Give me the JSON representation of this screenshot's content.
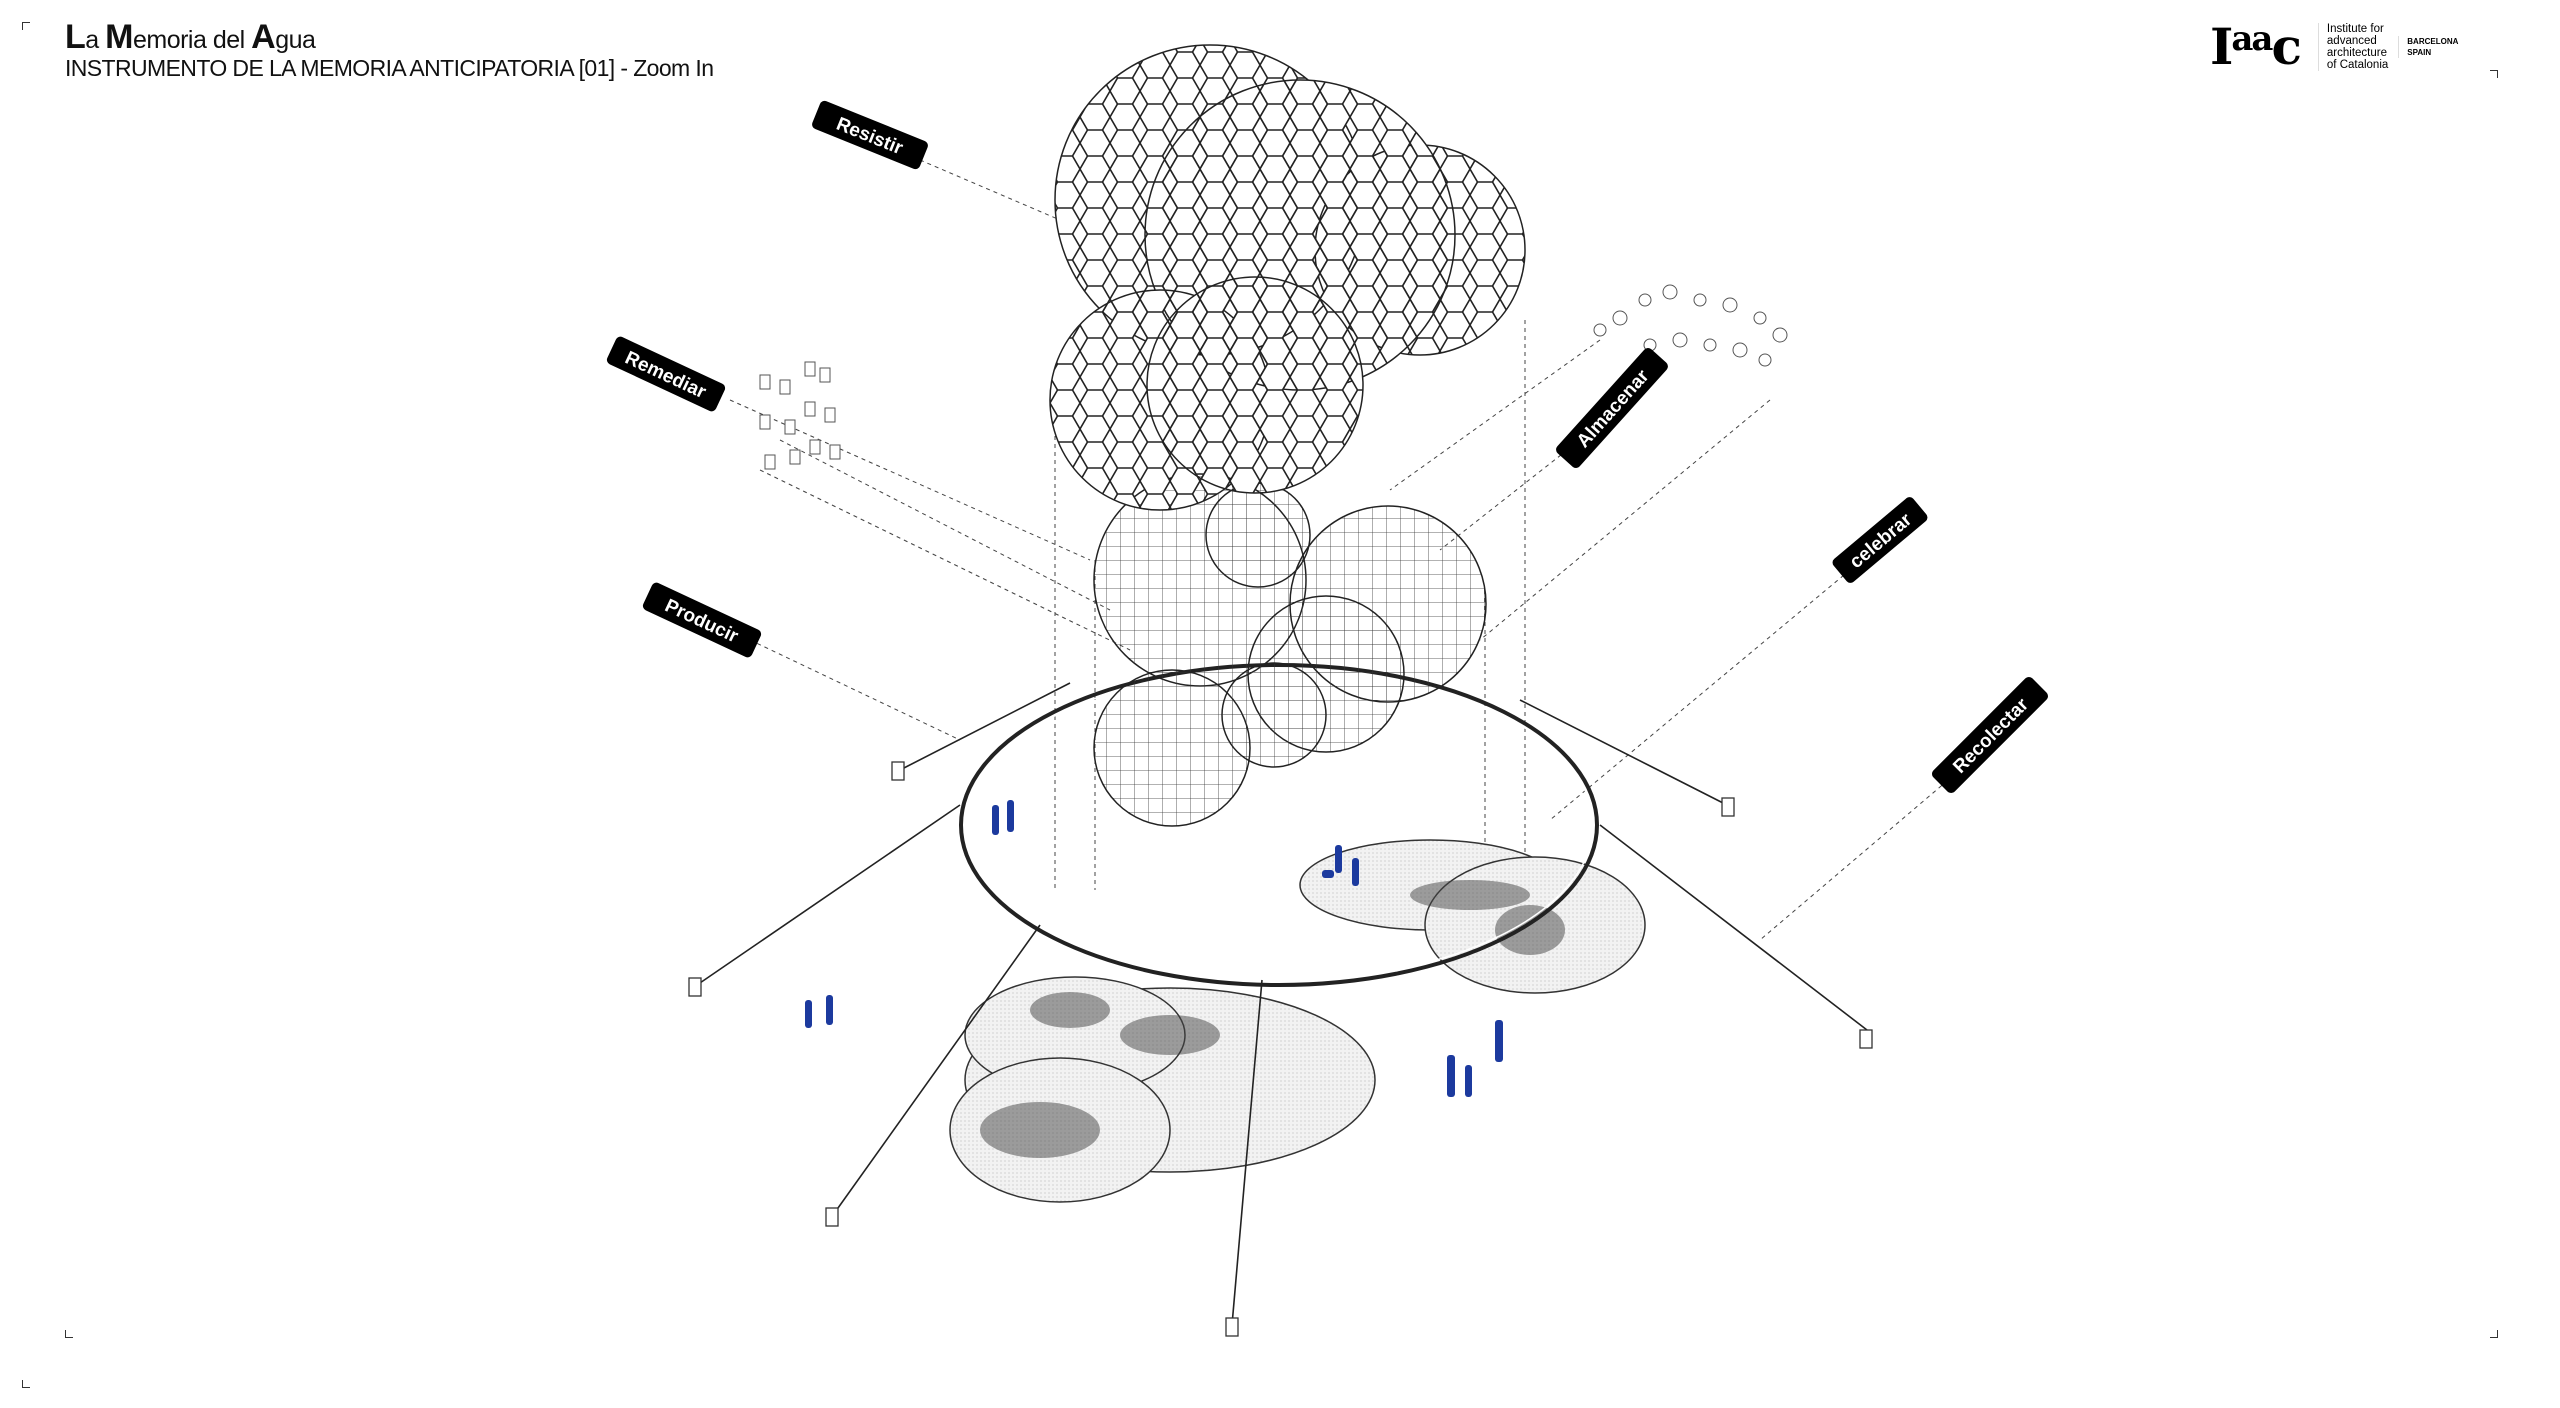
{
  "header": {
    "title_L": "L",
    "title_a": "a ",
    "title_M": "M",
    "title_emoria": "emoria del ",
    "title_A": "A",
    "title_gua": "gua",
    "subtitle": "INSTRUMENTO DE LA MEMORIA ANTICIPATORIA [01] - Zoom In"
  },
  "logo": {
    "mark_I": "I",
    "mark_aa": "aa",
    "mark_c": "c",
    "institute": [
      "Institute for",
      "advanced",
      "architecture",
      "of Catalonia"
    ],
    "city": [
      "BARCELONA",
      "SPAIN"
    ]
  },
  "labels": {
    "resistir": "Resistir",
    "remediar": "Remediar",
    "producir": "Producir",
    "almacenar": "Almacenar",
    "celebrar": "celebrar",
    "recolectar": "Recolectar"
  },
  "colors": {
    "figures": "#1c3a9e",
    "tag": "#000000",
    "platform": "#eeeeee"
  }
}
